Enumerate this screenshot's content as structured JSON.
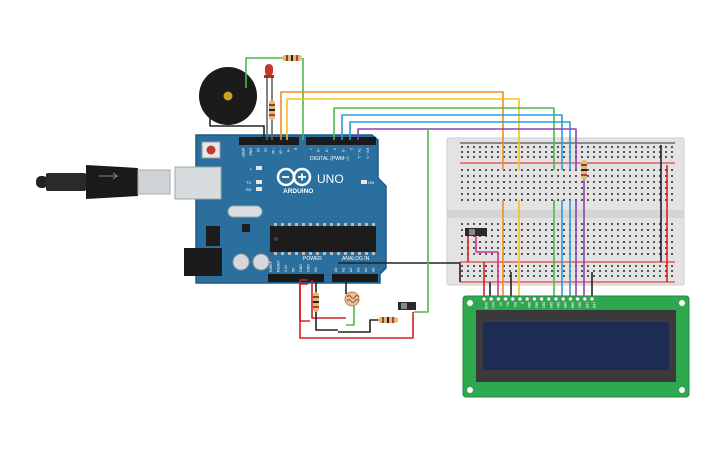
{
  "arduino": {
    "brand": "ARDUINO",
    "model": "UNO",
    "digital_label": "DIGITAL (PWM~)",
    "power_label": "POWER",
    "analog_label": "ANALOG IN",
    "on_label": "ON",
    "led_l": "L",
    "led_tx": "TX",
    "led_rx": "RX",
    "digital_pins": [
      "AREF",
      "GND",
      "13",
      "12",
      "~11",
      "~10",
      "~9",
      "8",
      "7",
      "~6",
      "~5",
      "4",
      "~3",
      "2",
      "TX→1",
      "RX←0"
    ],
    "power_pins": [
      "IOREF",
      "RESET",
      "3.3V",
      "5V",
      "GND",
      "GND",
      "Vin"
    ],
    "analog_pins": [
      "A0",
      "A1",
      "A2",
      "A3",
      "A4",
      "A5"
    ]
  },
  "lcd": {
    "pins": [
      "GND",
      "VCC",
      "V0",
      "RS",
      "RW",
      "E",
      "DB0",
      "DB1",
      "DB2",
      "DB3",
      "DB4",
      "DB5",
      "DB6",
      "DB7",
      "LED",
      "LED"
    ]
  },
  "colors": {
    "board": "#2b6f9f",
    "board_edge": "#1f5a85",
    "pcb_green": "#2ea84f",
    "lcd_screen": "#1d2c52",
    "wire_orange": "#f08c1e",
    "wire_yellow": "#f2c318",
    "wire_green": "#4cb84a",
    "wire_blue": "#2b9bd6",
    "wire_purple": "#8e44ad",
    "wire_red": "#d42020",
    "wire_black": "#222222",
    "wire_pink": "#d63384"
  }
}
